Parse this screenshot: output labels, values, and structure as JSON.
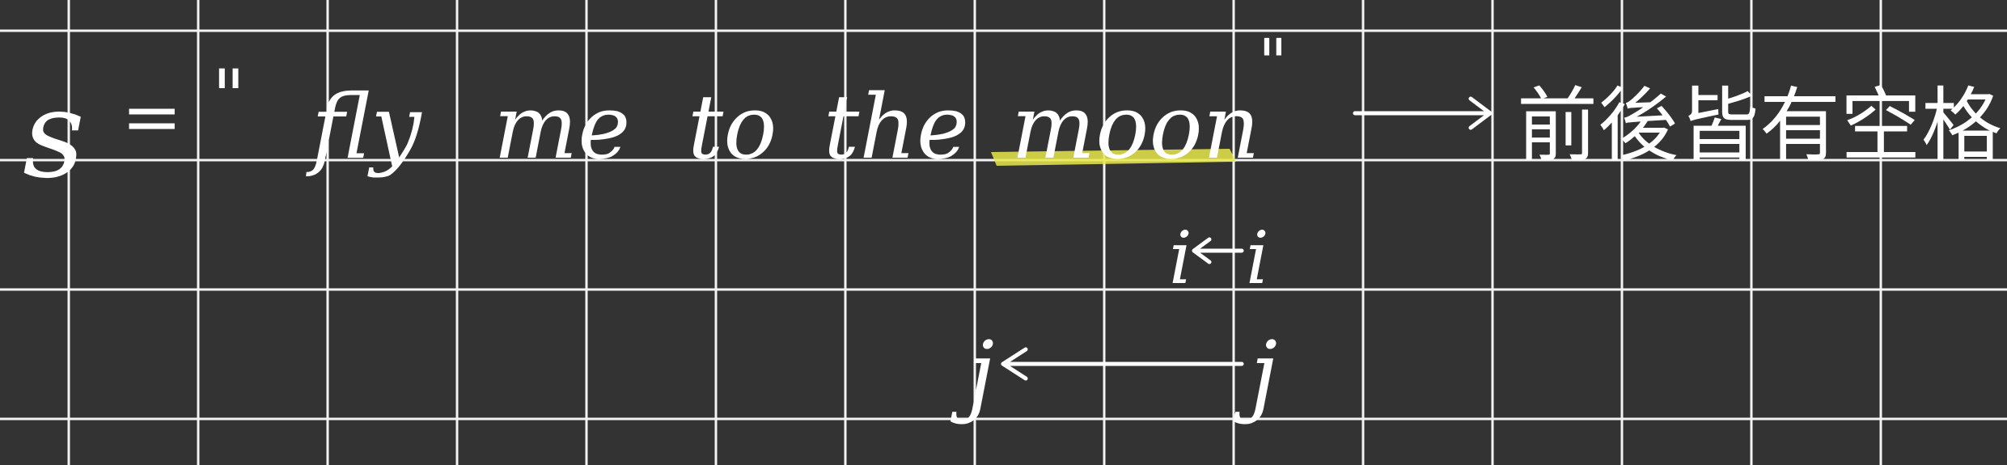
{
  "equation": {
    "var": "s",
    "equals": "=",
    "open_quote": "\"",
    "words": [
      "fly",
      "me",
      "to",
      "the",
      "moon"
    ],
    "close_quote": "\"",
    "note": "前後皆有空格"
  },
  "pointers": {
    "i_label_left": "i",
    "i_label_right": "i",
    "j_label_left": "j",
    "j_label_right": "j"
  },
  "colors": {
    "background": "#333333",
    "grid": "#f2f2f2",
    "ink": "#ffffff",
    "highlight": "#e8e84a"
  },
  "icons": {
    "arrow_to_note": "arrow-right-icon",
    "i_arrow": "arrow-left-icon",
    "j_arrow": "arrow-left-icon"
  }
}
